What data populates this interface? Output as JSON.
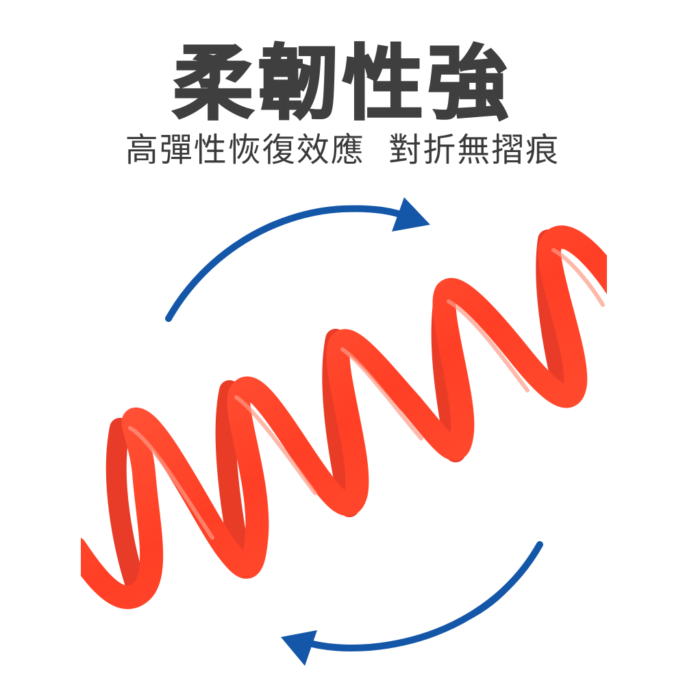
{
  "headline": {
    "text": "柔韌性強",
    "color": "#3f3f3f"
  },
  "subtitle": {
    "text": "高彈性恢復效應  對折無摺痕",
    "color": "#3a3a3a"
  },
  "illustration": {
    "subject": "coiled-spring-cord",
    "spring_color": "#ff4a2e",
    "spring_highlight": "#ff8a70",
    "arrow_color": "#1457a8",
    "arrows": [
      {
        "position": "top",
        "direction": "clockwise-right"
      },
      {
        "position": "bottom",
        "direction": "clockwise-left"
      }
    ]
  }
}
